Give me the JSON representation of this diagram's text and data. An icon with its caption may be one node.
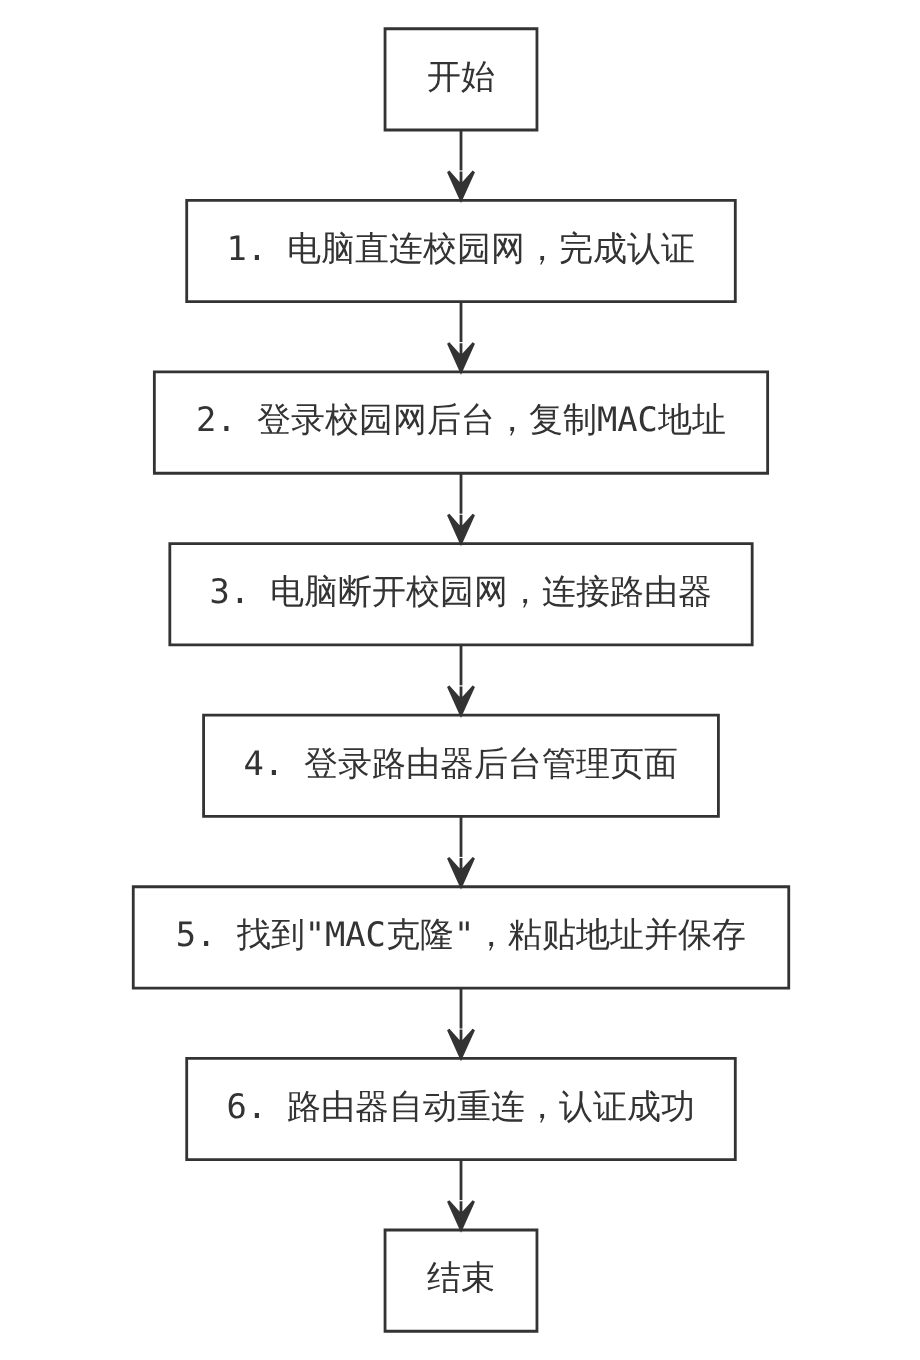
{
  "diagram": {
    "nodes": [
      {
        "text": [
          "开始"
        ]
      },
      {
        "text": [
          "1. 电脑直连校园网，完成认证"
        ]
      },
      {
        "text": [
          "2. 登录校园网后台，复制MAC地址"
        ]
      },
      {
        "text": [
          "3. 电脑断开校园网，连接路由器"
        ]
      },
      {
        "text": [
          "4. 登录路由器后台管理页面"
        ]
      },
      {
        "text": [
          "5. 找到\"MAC克隆\"，粘贴地址并保存"
        ]
      },
      {
        "text": [
          "6. 路由器自动重连，认证成功"
        ]
      },
      {
        "text": [
          "结束"
        ]
      }
    ],
    "edges": [
      {
        "from": 0,
        "to": 1,
        "arrow": "to"
      },
      {
        "from": 1,
        "to": 2,
        "arrow": "to"
      },
      {
        "from": 2,
        "to": 3,
        "arrow": "to"
      },
      {
        "from": 3,
        "to": 4,
        "arrow": "to"
      },
      {
        "from": 4,
        "to": 5,
        "arrow": "to"
      },
      {
        "from": 5,
        "to": 6,
        "arrow": "to"
      },
      {
        "from": 6,
        "to": 7,
        "arrow": "to"
      }
    ]
  }
}
